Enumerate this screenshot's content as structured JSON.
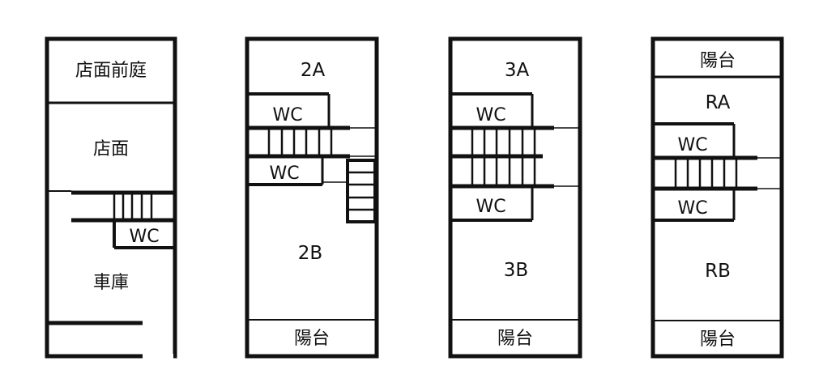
{
  "plans": [
    {
      "name": "ground-floor",
      "labels": {
        "front_yard": "店面前庭",
        "shop": "店面",
        "wc": "WC",
        "garage": "車庫"
      }
    },
    {
      "name": "second-floor",
      "labels": {
        "room_a": "2A",
        "wc_upper": "WC",
        "wc_lower": "WC",
        "room_b": "2B",
        "balcony": "陽台"
      }
    },
    {
      "name": "third-floor",
      "labels": {
        "room_a": "3A",
        "wc_upper": "WC",
        "wc_lower": "WC",
        "room_b": "3B",
        "balcony": "陽台"
      }
    },
    {
      "name": "roof-floor",
      "labels": {
        "balcony_front": "陽台",
        "room_a": "RA",
        "wc_upper": "WC",
        "wc_lower": "WC",
        "room_b": "RB",
        "balcony_back": "陽台"
      }
    }
  ],
  "colors": {
    "wall": "#111111",
    "background": "#ffffff"
  }
}
